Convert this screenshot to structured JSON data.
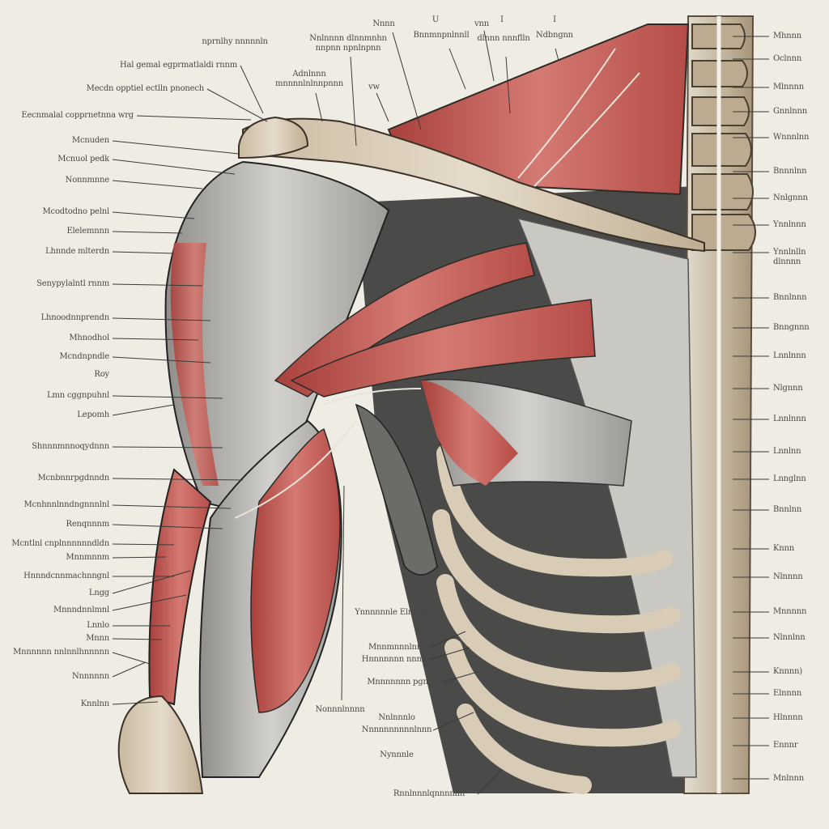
{
  "colors": {
    "background": "#efece4",
    "muscle_gray": "#b8b7b3",
    "muscle_red": "#c4605a",
    "bone": "#d9ccb6",
    "leader_line": "#3a3a38"
  },
  "labels": {
    "left": [
      "Hal gemal egprmatlaldi rnnm",
      "Mecdn opptiel ectlln pnonech",
      "Eecnmalal copprnetnna wrg",
      "Mcnuden",
      "Mcnuol pedk",
      "Nonnmnne",
      "Mcodtodno pelnl",
      "Elelemnnn",
      "Lhnnde mlterdn",
      "Senypylalntl rnnm",
      "Lhnoodnnprendn",
      "Mhnodhol",
      "Mcndnpndle",
      "Roy",
      "Lmn cggnpuhnl",
      "Lepomh",
      "Shnnnmnnoqydnnn",
      "Mcnbnnrpgdnndn",
      "Mcnhnnlnndngnnnlnl",
      "Renqnnnm",
      "Mcntlnl cnplnnnnnndldn",
      "Mnnmnnm",
      "Hnnndcnnmachnngnl",
      "Lngg",
      "Mnnndnnlmnl",
      "Lnnlo",
      "Mnnn",
      "Mnnnnnn nnlnnlhnnnnn",
      "Nnnnnnn",
      "Knnlnn"
    ],
    "right": [
      "Mhnnn",
      "Oclnnn",
      "Mlnnnn",
      "Gnnlnnn",
      "Wnnnlnn",
      "Bnnnlnn",
      "Nnlgnnn",
      "Ynnlnnn",
      "Ynnlnlln dlnnnn",
      "Bnnlnnn",
      "Bnngnnn",
      "Lnnlnnn",
      "Nlgnnn",
      "Lnnlnnn",
      "Lnnlnn",
      "Lnnglnn",
      "Bnnlnn",
      "Knnn",
      "Nlnnnn",
      "Mnnnnn",
      "Nlnnlnn",
      "Knnnn)",
      "Elnnnn",
      "Hlnnnn",
      "Ennnr",
      "Mnlnnn"
    ],
    "top": [
      "nprnlhy nnnnnln",
      "Adnlnnn mnnnnlnlnnpnnn",
      "Nnlnnnn dlnnmnhn nnpnn npnlnpnn",
      "vw",
      "Nnnn",
      "U",
      "Bnnmnpnlnnll",
      "vnn",
      "I",
      "dlnnn nnnflln",
      "I",
      "Ndbngnn"
    ],
    "bottom": [
      "Ynnnnnnle Elnnnnl",
      "Mnnmnnnlnn",
      "Hnnnnnnn nnnnn",
      "Mnnnnnnn pgnnnlnn",
      "Nonnnlnnnn",
      "Nnlnnnlo",
      "Nnnnnnnnnnlnnn",
      "Nynnnle",
      "Rnnlnnnlqnnnnnn"
    ]
  }
}
